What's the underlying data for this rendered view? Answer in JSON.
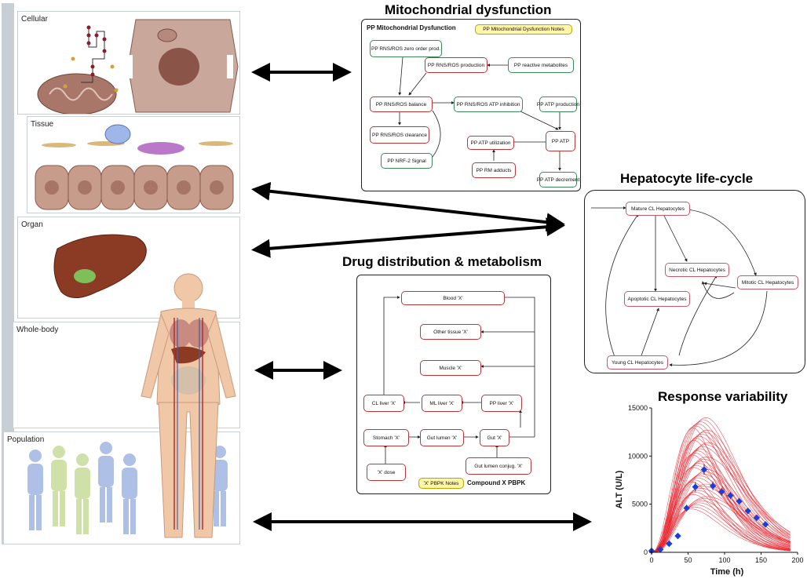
{
  "scales": [
    {
      "label": "Cellular"
    },
    {
      "label": "Tissue"
    },
    {
      "label": "Organ"
    },
    {
      "label": "Whole-body"
    },
    {
      "label": "Population"
    }
  ],
  "mito": {
    "title": "Mitochondrial dysfunction",
    "box_title": "PP Mitochondrial Dysfunction",
    "notes": "PP Mitochondrial Dysfunction Notes",
    "nodes": {
      "zero_order": "PP RNS/ROS zero order prod.",
      "production": "PP RNS/ROS production",
      "reactive": "PP reactive metabolites",
      "balance": "PP RNS/ROS balance",
      "atp_inhibition": "PP RNS/ROS ATP inhibition",
      "atp_production": "PP ATP production",
      "clearance": "PP RNS/ROS clearance",
      "atp_utilization": "PP ATP utilization",
      "atp": "PP ATP",
      "nrf2": "PP NRF-2 Signal",
      "rm_adducts": "PP RM adducts",
      "atp_decrement": "PP ATP decrement"
    }
  },
  "hepato": {
    "title": "Hepatocyte life-cycle",
    "nodes": {
      "mature": "Mature CL Hepatocytes",
      "necrotic": "Necrotic CL Hepatocytes",
      "mitotic": "Mitotic CL Hepatocytes",
      "apoptotic": "Apoptotic CL Hepatocytes",
      "young": "Young CL Hepatocytes"
    }
  },
  "drug": {
    "title": "Drug distribution & metabolism",
    "box_title": "Compound X PBPK",
    "notes": "'X' PBPK Notes",
    "nodes": {
      "blood": "Blood 'X'",
      "other_tissue": "Other tissue 'X'",
      "muscle": "Muscle 'X'",
      "cl_liver": "CL liver 'X'",
      "ml_liver": "ML liver 'X'",
      "pp_liver": "PP liver 'X'",
      "stomach": "Stomach 'X'",
      "gut_lumen": "Gut lumen 'X'",
      "gut": "Gut 'X'",
      "dose": "'X' dose",
      "gut_conj": "Gut lumen conjug. 'X'"
    }
  },
  "response": {
    "title": "Response variability"
  },
  "chart_data": {
    "type": "line",
    "xlabel": "Time (h)",
    "ylabel": "ALT (U/L)",
    "xlim": [
      0,
      200
    ],
    "ylim": [
      0,
      15000
    ],
    "xticks": [
      "0",
      "50",
      "100",
      "150",
      "200"
    ],
    "yticks": [
      "0",
      "5000",
      "10000",
      "15000"
    ],
    "grid": false,
    "line_color": "#e8202a",
    "marker_color": "#1b3fd6",
    "simulations": {
      "count": 45,
      "peak_range": [
        4500,
        14000
      ],
      "peak_time_range": [
        55,
        78
      ],
      "x_end": 190
    },
    "observed": {
      "x": [
        0,
        12,
        24,
        36,
        48,
        60,
        72,
        84,
        96,
        108,
        120,
        132,
        144,
        156
      ],
      "y": [
        150,
        300,
        900,
        1700,
        4600,
        6800,
        8600,
        6900,
        6300,
        5900,
        5300,
        4300,
        3600,
        2900
      ],
      "yerr": [
        50,
        80,
        200,
        300,
        350,
        500,
        550,
        450,
        400,
        380,
        350,
        300,
        280,
        250
      ]
    }
  }
}
